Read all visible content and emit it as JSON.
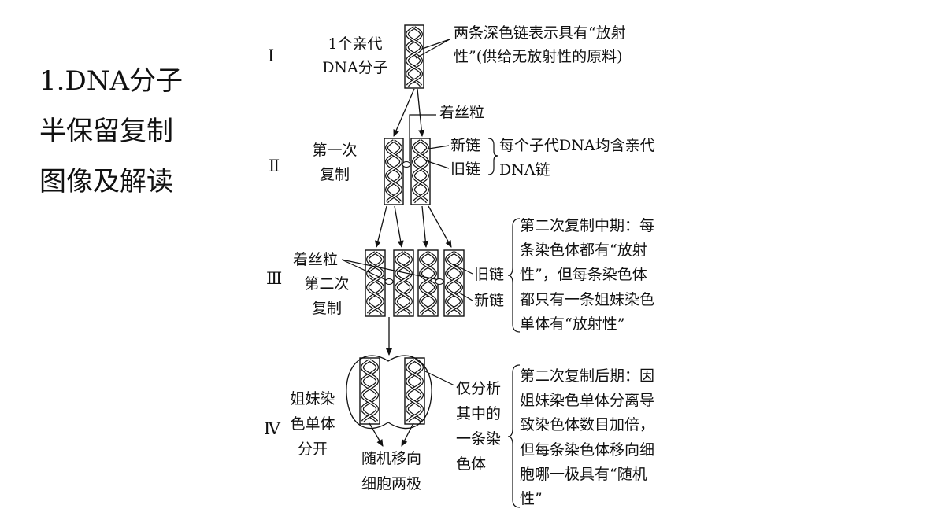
{
  "title": {
    "line1": "1.DNA分子",
    "line2": "半保留复制",
    "line3": "图像及解读"
  },
  "stages": {
    "s1": {
      "numeral": "Ⅰ",
      "label_line1": "1个亲代",
      "label_line2": "DNA分子",
      "note_line1": "两条深色链表示具有“放射",
      "note_line2": "性”(供给无放射性的原料)"
    },
    "s2": {
      "numeral": "Ⅱ",
      "centromere": "着丝粒",
      "label_line1": "第一次",
      "label_line2": "复制",
      "new_chain": "新链",
      "old_chain": "旧链",
      "note_line1": "每个子代DNA均含亲代",
      "note_line2": "DNA链"
    },
    "s3": {
      "numeral": "Ⅲ",
      "centromere": "着丝粒",
      "label_line1": "第二次",
      "label_line2": "复制",
      "old_chain": "旧链",
      "new_chain": "新链",
      "note_lines": [
        "第二次复制中期：每",
        "条染色体都有“放射",
        "性”，但每条染色体",
        "都只有一条姐妹染色",
        "单体有“放射性”"
      ]
    },
    "s4": {
      "numeral": "Ⅳ",
      "label_lines": [
        "姐妹染",
        "色单体",
        "分开"
      ],
      "move_line1": "随机移向",
      "move_line2": "细胞两极",
      "analysis_lines": [
        "仅分析",
        "其中的",
        "一条染",
        "色体"
      ],
      "note_lines": [
        "第二次复制后期：因",
        "姐妹染色单体分离导",
        "致染色体数目加倍，",
        "但每条染色体移向细",
        "胞哪一极具有“随机",
        "性”"
      ]
    }
  }
}
